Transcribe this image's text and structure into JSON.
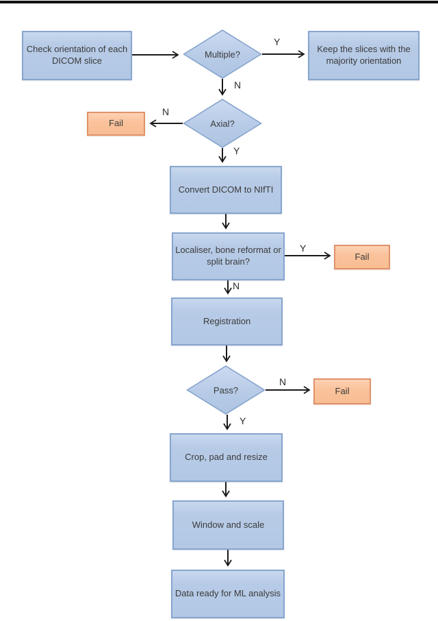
{
  "flowchart": {
    "nodes": {
      "check_orientation": {
        "label": "Check orientation of each DICOM slice"
      },
      "multiple": {
        "label": "Multiple?"
      },
      "keep_slices": {
        "label": "Keep the slices with the majority orientation"
      },
      "axial": {
        "label": "Axial?"
      },
      "fail_axial": {
        "label": "Fail"
      },
      "convert": {
        "label": "Convert DICOM to NIfTI"
      },
      "localiser": {
        "label": "Localiser, bone reformat or split brain?"
      },
      "fail_localiser": {
        "label": "Fail"
      },
      "registration": {
        "label": "Registration"
      },
      "pass": {
        "label": "Pass?"
      },
      "fail_pass": {
        "label": "Fail"
      },
      "crop_pad_resize": {
        "label": "Crop, pad and resize"
      },
      "window_scale": {
        "label": "Window and scale"
      },
      "data_ready": {
        "label": "Data ready for ML analysis"
      }
    },
    "edge_labels": {
      "multiple_yes": "Y",
      "multiple_no": "N",
      "axial_no": "N",
      "axial_yes": "Y",
      "localiser_yes": "Y",
      "localiser_no": "N",
      "pass_no": "N",
      "pass_yes": "Y"
    },
    "colors": {
      "process_fill": "#b7cbe7",
      "process_border": "#87a5ce",
      "fail_fill": "#fac39c",
      "fail_border": "#e0926a",
      "arrow": "#1a1a1a",
      "text": "#3a3a3a",
      "top_bar": "#111111"
    }
  }
}
